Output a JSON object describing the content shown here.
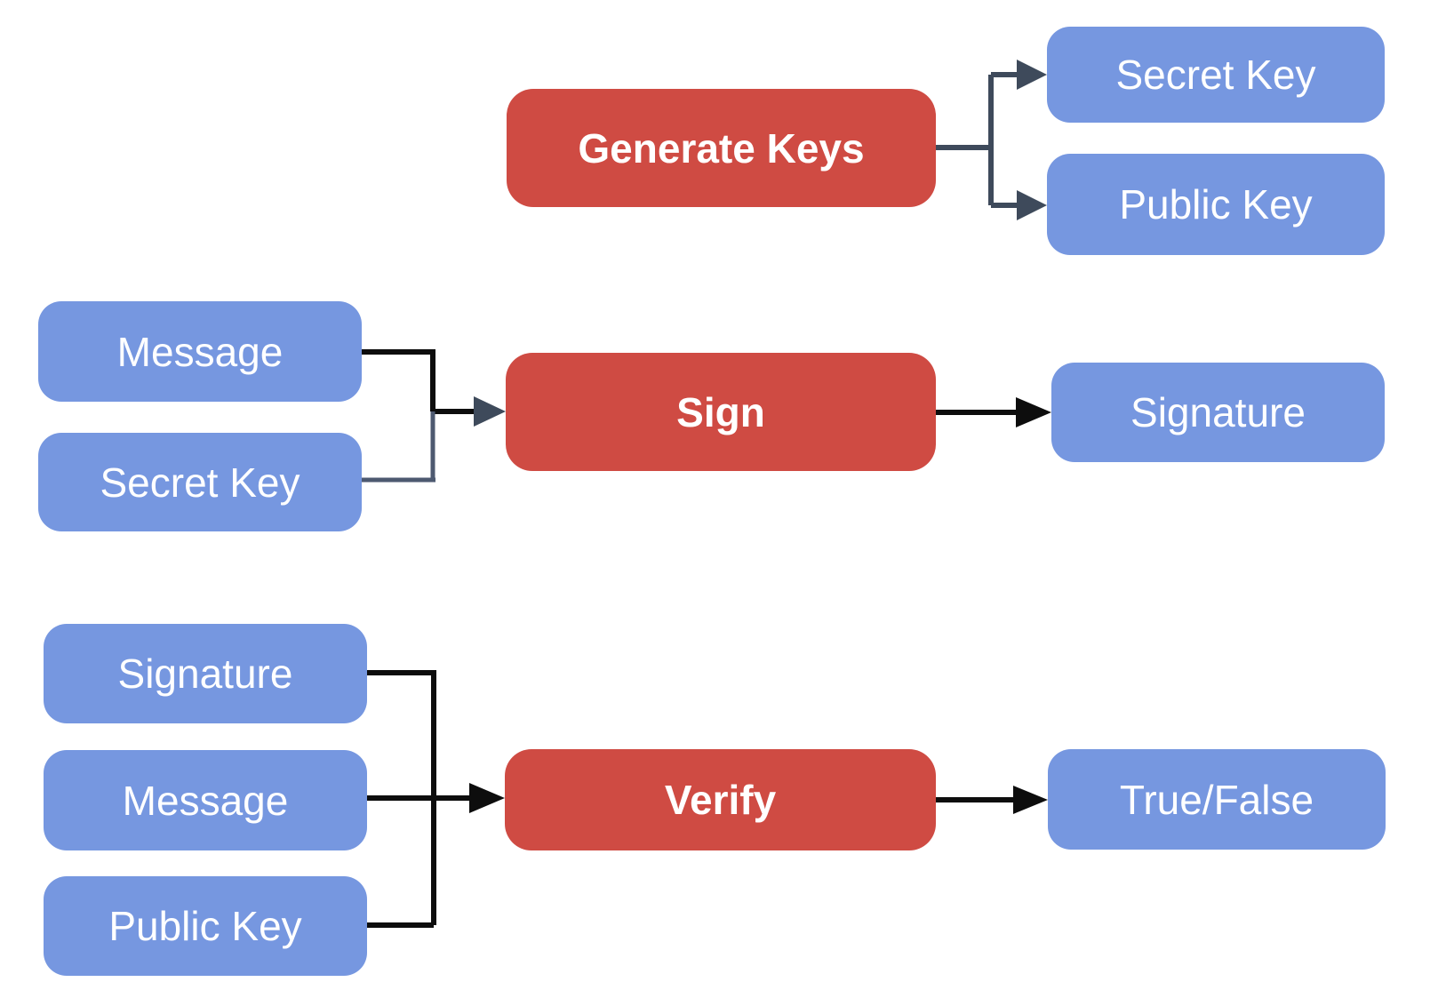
{
  "diagram": {
    "colors": {
      "process_box": "#CF4B43",
      "data_box": "#7697E0",
      "connector_slate": "#3E4A5B",
      "connector_black": "#111111",
      "label_text": "#FFFFFF"
    },
    "nodes": [
      {
        "id": "generate-keys",
        "label": "Generate Keys",
        "type": "process"
      },
      {
        "id": "secret-key-output",
        "label": "Secret Key",
        "type": "data"
      },
      {
        "id": "public-key-output",
        "label": "Public Key",
        "type": "data"
      },
      {
        "id": "message-sign-input",
        "label": "Message",
        "type": "data"
      },
      {
        "id": "secret-key-sign-input",
        "label": "Secret Key",
        "type": "data"
      },
      {
        "id": "sign",
        "label": "Sign",
        "type": "process"
      },
      {
        "id": "signature-output",
        "label": "Signature",
        "type": "data"
      },
      {
        "id": "signature-verify-input",
        "label": "Signature",
        "type": "data"
      },
      {
        "id": "message-verify-input",
        "label": "Message",
        "type": "data"
      },
      {
        "id": "public-key-verify-input",
        "label": "Public Key",
        "type": "data"
      },
      {
        "id": "verify",
        "label": "Verify",
        "type": "process"
      },
      {
        "id": "true-false-output",
        "label": "True/False",
        "type": "data"
      }
    ],
    "edges": [
      {
        "from": "generate-keys",
        "to": "secret-key-output"
      },
      {
        "from": "generate-keys",
        "to": "public-key-output"
      },
      {
        "from": "message-sign-input",
        "to": "sign"
      },
      {
        "from": "secret-key-sign-input",
        "to": "sign"
      },
      {
        "from": "sign",
        "to": "signature-output"
      },
      {
        "from": "signature-verify-input",
        "to": "verify"
      },
      {
        "from": "message-verify-input",
        "to": "verify"
      },
      {
        "from": "public-key-verify-input",
        "to": "verify"
      },
      {
        "from": "verify",
        "to": "true-false-output"
      }
    ]
  }
}
